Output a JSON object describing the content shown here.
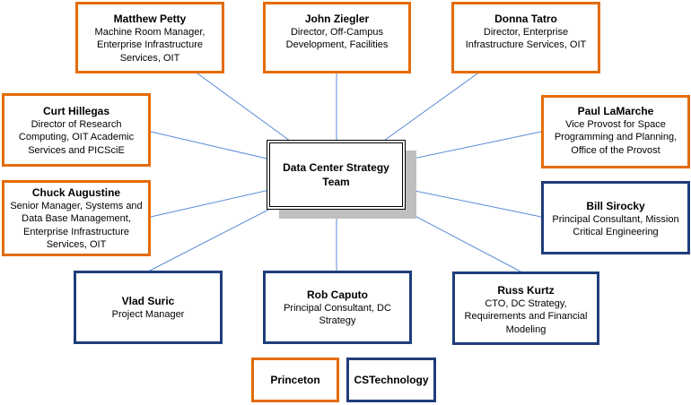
{
  "center_title": "Data Center Strategy Team",
  "members": [
    {
      "name": "Matthew Petty",
      "role": "Machine Room Manager, Enterprise Infrastructure Services, OIT"
    },
    {
      "name": "John Ziegler",
      "role": "Director, Off-Campus Development, Facilities"
    },
    {
      "name": "Donna Tatro",
      "role": "Director, Enterprise Infrastructure Services, OIT"
    },
    {
      "name": "Curt Hillegas",
      "role": "Director of Research Computing, OIT Academic Services and PICSciE"
    },
    {
      "name": "Paul LaMarche",
      "role": "Vice Provost for Space Programming and Planning, Office of the Provost"
    },
    {
      "name": "Chuck Augustine",
      "role": "Senior Manager, Systems and Data Base Management, Enterprise Infrastructure Services, OIT"
    },
    {
      "name": "Bill Sirocky",
      "role": "Principal Consultant, Mission Critical Engineering"
    },
    {
      "name": "Vlad Suric",
      "role": "Project Manager"
    },
    {
      "name": "Rob Caputo",
      "role": "Principal Consultant, DC Strategy"
    },
    {
      "name": "Russ Kurtz",
      "role": "CTO, DC Strategy, Requirements and Financial Modeling"
    }
  ],
  "legend": {
    "princeton": "Princeton",
    "cstechnology": "CSTechnology"
  },
  "colors": {
    "princeton": "#e46c0a",
    "cstechnology": "#1f3d7a",
    "connector": "#5b8bd6"
  }
}
